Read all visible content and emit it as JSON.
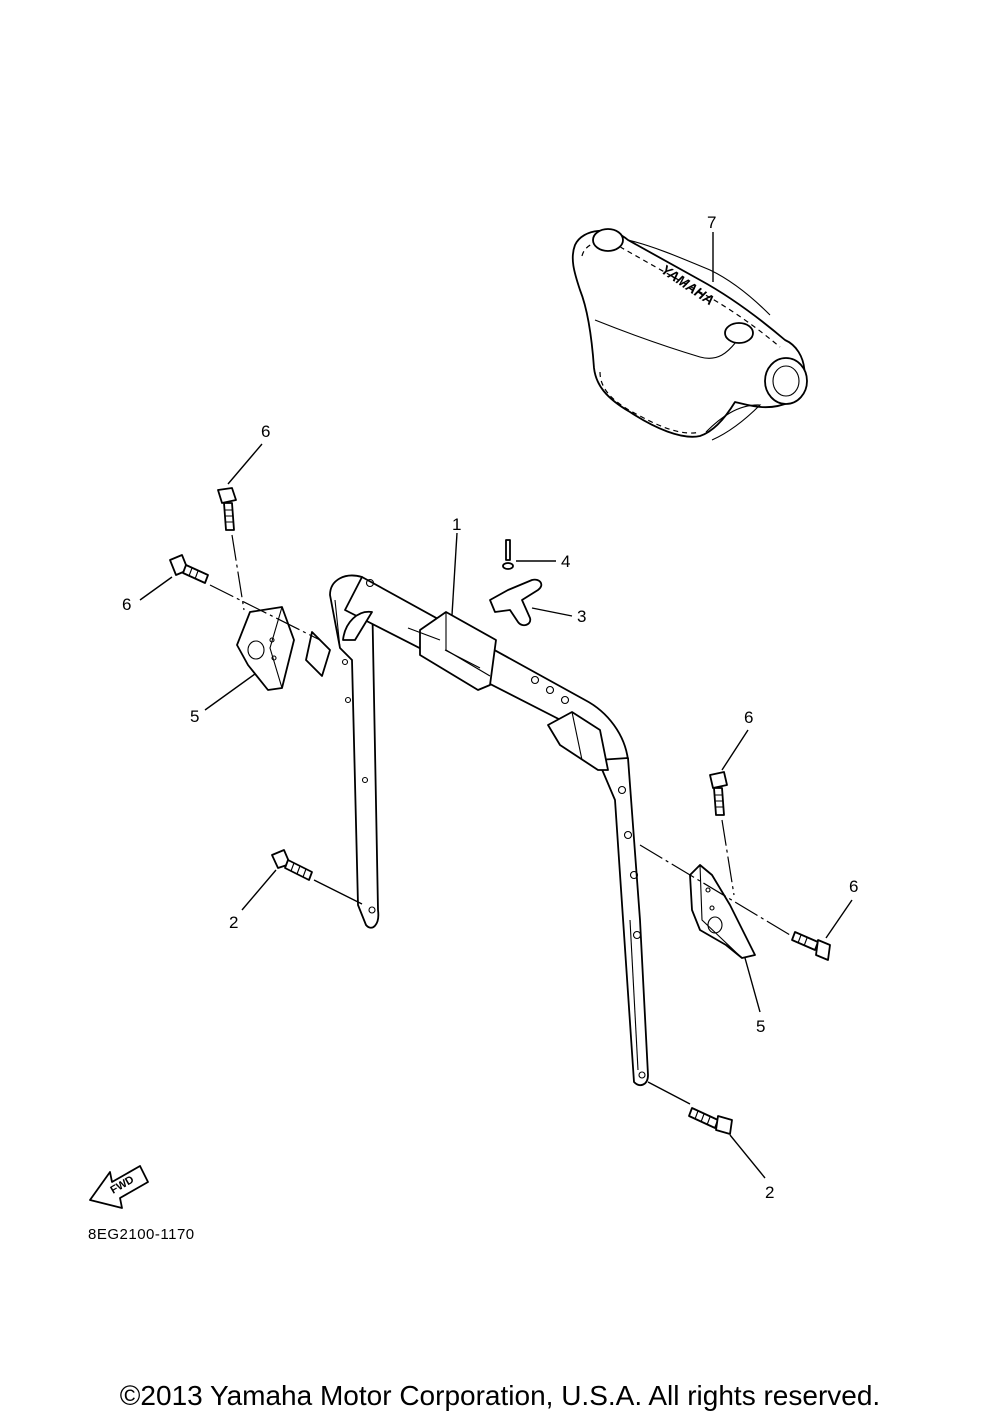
{
  "callouts": {
    "c1": "1",
    "c2a": "2",
    "c2b": "2",
    "c3": "3",
    "c4": "4",
    "c5a": "5",
    "c5b": "5",
    "c6a": "6",
    "c6b": "6",
    "c6c": "6",
    "c6d": "6",
    "c7": "7"
  },
  "fwd_label": "FWD",
  "pad_logo": "YAMAHA",
  "diagram_ref": "8EG2100-1170",
  "copyright": "©2013 Yamaha Motor Corporation, U.S.A. All rights reserved."
}
